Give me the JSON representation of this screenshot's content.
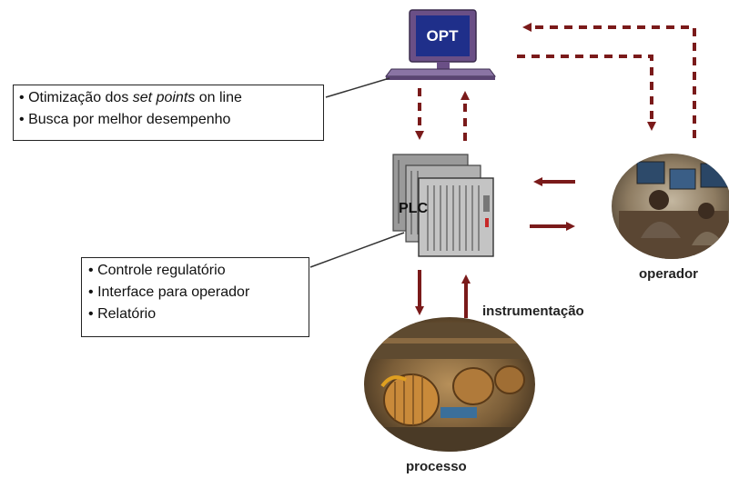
{
  "opt": {
    "label": "OPT"
  },
  "plc": {
    "label": "PLC"
  },
  "opt_box": {
    "items": [
      {
        "bullet": "•",
        "pre": "Otimização dos ",
        "em": "set points",
        "post": " on line"
      },
      {
        "bullet": "•",
        "pre": "Busca por melhor desempenho",
        "em": "",
        "post": ""
      }
    ]
  },
  "plc_box": {
    "items": [
      {
        "bullet": "•",
        "text": "Controle regulatório"
      },
      {
        "bullet": "•",
        "text": "Interface para operador"
      },
      {
        "bullet": "•",
        "text": "Relatório"
      }
    ]
  },
  "labels": {
    "operador": "operador",
    "instrumentacao": "instrumentação",
    "processo": "processo"
  },
  "colors": {
    "arrow": "#7a1a1a",
    "monitor": "#6a4f86",
    "screen": "#1f2f8a"
  }
}
